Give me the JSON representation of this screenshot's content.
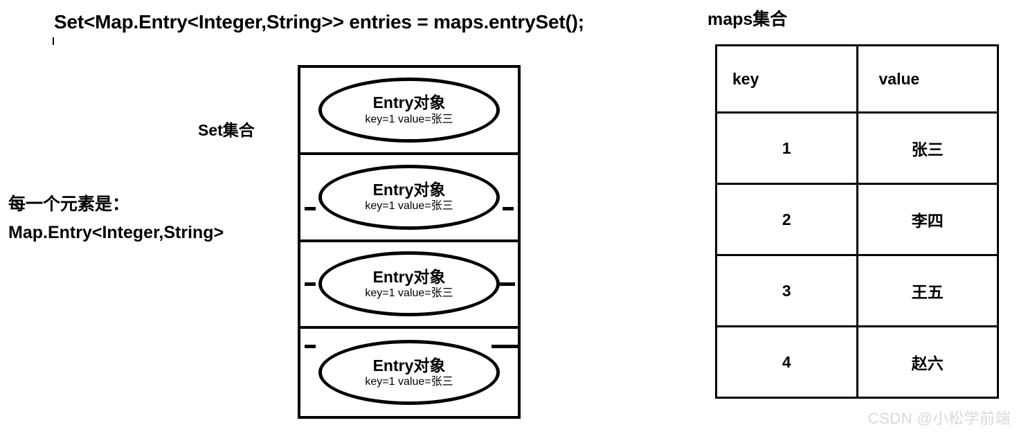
{
  "title": {
    "code_line": "Set<Map.Entry<Integer,String>>  entries =  maps.entrySet();"
  },
  "left_labels": {
    "set_collection": "Set集合",
    "element_note_line1": "每一个元素是：",
    "element_note_line2": "Map.Entry<Integer,String>"
  },
  "set_box": {
    "entries": [
      {
        "title": "Entry对象",
        "kv": "key=1 value=张三"
      },
      {
        "title": "Entry对象",
        "kv": "key=1 value=张三"
      },
      {
        "title": "Entry对象",
        "kv": "key=1 value=张三"
      },
      {
        "title": "Entry对象",
        "kv": "key=1 value=张三"
      }
    ]
  },
  "maps_table": {
    "caption": "maps集合",
    "headers": {
      "key": "key",
      "value": "value"
    },
    "rows": [
      {
        "key": "1",
        "value": "张三"
      },
      {
        "key": "2",
        "value": "李四"
      },
      {
        "key": "3",
        "value": "王五"
      },
      {
        "key": "4",
        "value": "赵六"
      }
    ]
  },
  "watermark": {
    "text": "CSDN @小松学前端"
  },
  "colors": {
    "stroke": "#000000",
    "background": "#ffffff",
    "watermark": "#d8d8d8"
  }
}
